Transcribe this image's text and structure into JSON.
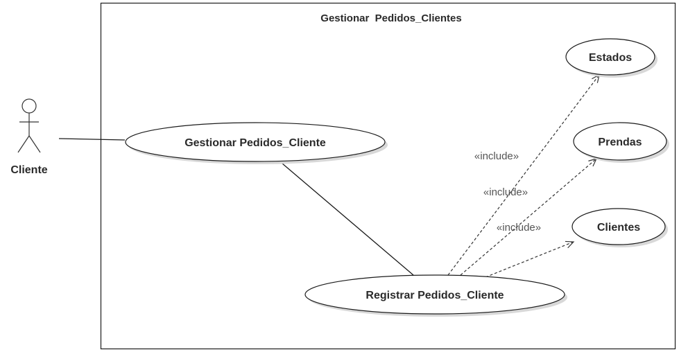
{
  "system": {
    "title": "Gestionar  Pedidos_Clientes"
  },
  "actor": {
    "name": "Cliente"
  },
  "use_cases": {
    "gestionar": "Gestionar Pedidos_Cliente",
    "registrar": "Registrar Pedidos_Cliente",
    "estados": "Estados",
    "prendas": "Prendas",
    "clientes": "Clientes"
  },
  "relations": {
    "include_1": "«include»",
    "include_2": "«include»",
    "include_3": "«include»"
  },
  "colors": {
    "line": "#1a1a1a",
    "dashed": "#333333",
    "fill": "#ffffff",
    "shadow": "#d8d8d8"
  }
}
